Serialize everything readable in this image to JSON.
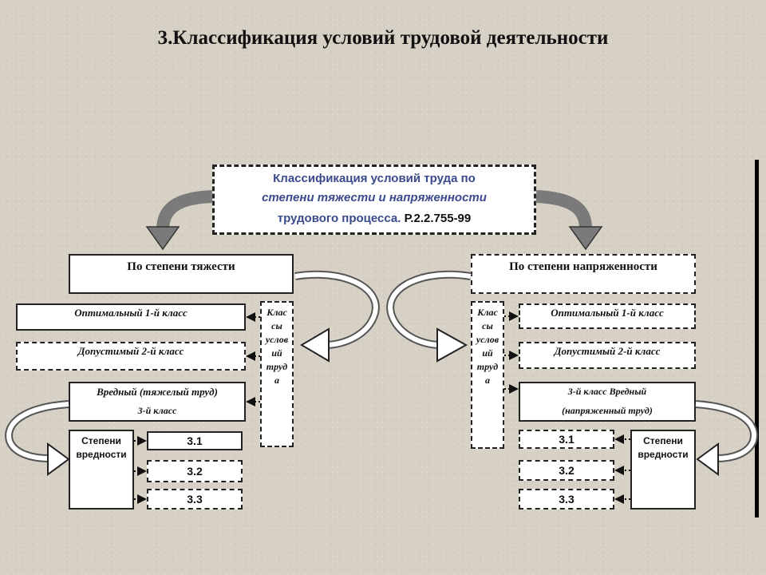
{
  "title": "3.Классификация условий трудовой деятельности",
  "top_box": {
    "line1": "Классификация условий труда по",
    "line2": "степени тяжести и напряженности",
    "line3_prefix": "трудового процесса.",
    "line3_code": "Р.2.2.755-99"
  },
  "left": {
    "header": "По степени тяжести",
    "classes": [
      "Оптимальный  1-й класс",
      "Допустимый  2-й класс"
    ],
    "harmful_line1": "Вредный (тяжелый труд)",
    "harmful_line2": "3-й класс",
    "vertical_label": "Клас\nсы\nуслов\nий\nтруд\nа",
    "degree_label": "Степени\nвредности",
    "subclasses": [
      "3.1",
      "3.2",
      "3.3"
    ]
  },
  "right": {
    "header": "По степени напряженности",
    "classes": [
      "Оптимальный 1-й класс",
      "Допустимый  2-й класс"
    ],
    "harmful_line1": "3-й класс  Вредный",
    "harmful_line2": "(напряженный труд)",
    "vertical_label": "Клас\nсы\nуслов\nий\nтруд\nа",
    "degree_label": "Степени\nвредности",
    "subclasses": [
      "3.1",
      "3.2",
      "3.3"
    ]
  },
  "colors": {
    "accent_blue": "#3a4a8c",
    "arrow_gray": "#8a8a8a"
  }
}
